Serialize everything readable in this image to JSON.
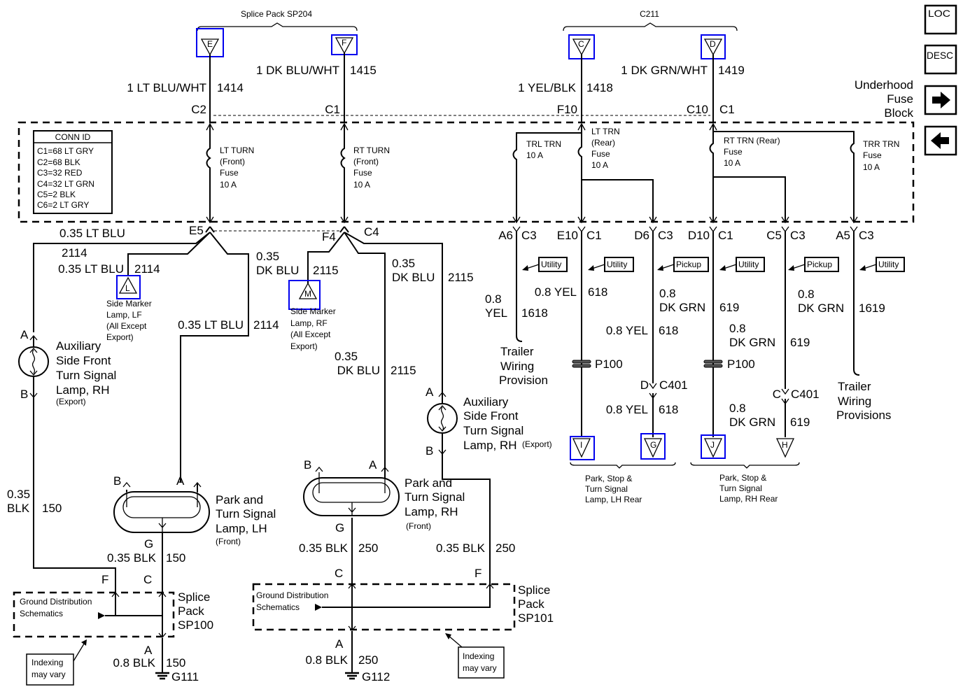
{
  "colors": {
    "highlight": "#0000ee",
    "ink": "#000000"
  },
  "nav": {
    "loc": "LOC",
    "desc": "DESC",
    "next_icon": "arrow-right-icon",
    "prev_icon": "arrow-left-icon"
  },
  "top": {
    "sp204": "Splice Pack SP204",
    "c211": "C211",
    "E": "E",
    "F": "F",
    "C": "C",
    "D": "D"
  },
  "fuse_block": {
    "line1": "Underhood",
    "line2": "Fuse",
    "line3": "Block"
  },
  "top_wires": {
    "w1414": {
      "color": "1 LT BLU/WHT",
      "circuit": "1414",
      "conn": "C2"
    },
    "w1415": {
      "color": "1 DK BLU/WHT",
      "circuit": "1415",
      "conn": "C1"
    },
    "w1418": {
      "color": "1 YEL/BLK",
      "circuit": "1418",
      "conn": "F10"
    },
    "w1419": {
      "color": "1 DK GRN/WHT",
      "circuit": "1419",
      "conn": "C10",
      "conn2": "C1"
    }
  },
  "conn_id": {
    "title": "CONN ID",
    "rows": [
      "C1=68 LT GRY",
      "C2=68 BLK",
      "C3=32 RED",
      "C4=32 LT GRN",
      "C5=2 BLK",
      "C6=2 LT GRY"
    ]
  },
  "fuses": {
    "lt_turn": [
      "LT TURN",
      "(Front)",
      "Fuse",
      "10 A"
    ],
    "rt_turn": [
      "RT TURN",
      "(Front)",
      "Fuse",
      "10 A"
    ],
    "trl_trn": [
      "TRL TRN",
      "10 A"
    ],
    "lt_trn": [
      "LT TRN",
      "(Rear)",
      "Fuse",
      "10 A"
    ],
    "rt_trn": [
      "RT TRN (Rear)",
      "Fuse",
      "10 A"
    ],
    "trr_trn": [
      "TRR TRN",
      "Fuse",
      "10 A"
    ]
  },
  "front": {
    "E5": "E5",
    "F4": "F4",
    "C4": "C4",
    "lbl1": "0.35 LT BLU",
    "lbl2": "2114",
    "lbl3": "0.35 LT BLU",
    "lbl4": "2114",
    "lbl5": "0.35 LT BLU",
    "lbl6": "2114",
    "lbl7": "0.35",
    "lbl8": "DK BLU",
    "lbl9": "2115",
    "lbl10": "0.35",
    "lbl11": "DK BLU",
    "lbl12": "2115",
    "lbl13": "0.35",
    "lbl14": "DK BLU",
    "lbl15": "2115",
    "L": "L",
    "M": "M",
    "side_lf": [
      "Side Marker",
      "Lamp, LF",
      "(All Except",
      "Export)"
    ],
    "side_rf": [
      "Side Marker",
      "Lamp, RF",
      "(All Except",
      "Export)"
    ],
    "aux_lh": {
      "A": "A",
      "B": "B",
      "lines": [
        "Auxiliary",
        "Side Front",
        "Turn Signal",
        "Lamp, RH"
      ],
      "note": "(Export)"
    },
    "aux_rh": {
      "A": "A",
      "B": "B",
      "lines": [
        "Auxiliary",
        "Side Front",
        "Turn Signal",
        "Lamp, RH"
      ],
      "note": "(Export)"
    },
    "park_lh": {
      "A": "A",
      "B": "B",
      "G": "G",
      "lines": [
        "Park and",
        "Turn Signal",
        "Lamp, LH"
      ],
      "note": "(Front)"
    },
    "park_rh": {
      "A": "A",
      "B": "B",
      "G": "G",
      "lines": [
        "Park and",
        "Turn Signal",
        "Lamp, RH"
      ],
      "note": "(Front)"
    }
  },
  "ground": {
    "w150a": {
      "g1": "0.35",
      "g2": "BLK",
      "c": "150"
    },
    "w150b": {
      "g": "0.35 BLK",
      "c": "150"
    },
    "w150c": {
      "g": "0.8 BLK",
      "c": "150"
    },
    "w250a": {
      "g": "0.35 BLK",
      "c": "250"
    },
    "w250b": {
      "g": "0.35 BLK",
      "c": "250"
    },
    "w250c": {
      "g": "0.8 BLK",
      "c": "250"
    },
    "sp100": {
      "F": "F",
      "C": "C",
      "A": "A",
      "lines": [
        "Splice",
        "Pack",
        "SP100"
      ],
      "gds": [
        "Ground Distribution",
        "Schematics"
      ],
      "g": "G111"
    },
    "sp101": {
      "C": "C",
      "F": "F",
      "A": "A",
      "lines": [
        "Splice",
        "Pack",
        "SP101"
      ],
      "gds": [
        "Ground Distribution",
        "Schematics"
      ],
      "g": "G112"
    },
    "indexing": [
      "Indexing",
      "may vary"
    ]
  },
  "rear": {
    "conns": [
      {
        "pin": "A6",
        "c": "C3"
      },
      {
        "pin": "E10",
        "c": "C1"
      },
      {
        "pin": "D6",
        "c": "C3"
      },
      {
        "pin": "D10",
        "c": "C1"
      },
      {
        "pin": "C5",
        "c": "C3"
      },
      {
        "pin": "A5",
        "c": "C3"
      }
    ],
    "tags": [
      "Utility",
      "Utility",
      "Pickup",
      "Utility",
      "Pickup",
      "Utility"
    ],
    "w1618": {
      "g1": "0.8",
      "g2": "YEL",
      "c": "1618"
    },
    "w618a": {
      "g": "0.8 YEL",
      "c": "618"
    },
    "w619a": {
      "g1": "0.8",
      "g2": "DK GRN",
      "c": "619"
    },
    "w1619": {
      "g1": "0.8",
      "g2": "DK GRN",
      "c": "1619"
    },
    "w618b": {
      "g": "0.8 YEL",
      "c": "618"
    },
    "w619b": {
      "g1": "0.8",
      "g2": "DK GRN",
      "c": "619"
    },
    "w618c": {
      "g": "0.8 YEL",
      "c": "618"
    },
    "w619c": {
      "g1": "0.8",
      "g2": "DK GRN",
      "c": "619"
    },
    "p100a": "P100",
    "p100b": "P100",
    "c401a": {
      "pin": "D",
      "c": "C401"
    },
    "c401b": {
      "pin": "C",
      "c": "C401"
    },
    "trailer_l": [
      "Trailer",
      "Wiring",
      "Provision"
    ],
    "trailer_r": [
      "Trailer",
      "Wiring",
      "Provisions"
    ],
    "I": "I",
    "G": "G",
    "J": "J",
    "H": "H",
    "lh_rear": [
      "Park, Stop &",
      "Turn Signal",
      "Lamp, LH Rear"
    ],
    "rh_rear": [
      "Park, Stop &",
      "Turn Signal",
      "Lamp, RH Rear"
    ]
  }
}
